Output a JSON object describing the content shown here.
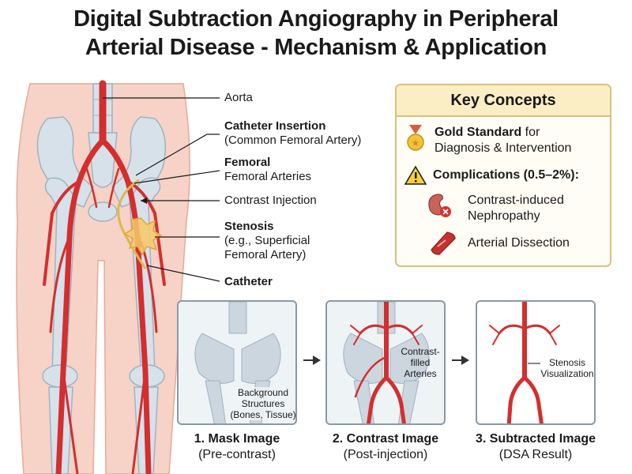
{
  "title": {
    "line1": "Digital Subtraction Angiography in Peripheral",
    "line2": "Arterial Disease - Mechanism & Application"
  },
  "labels": {
    "aorta": "Aorta",
    "catheter_insertion_title": "Catheter Insertion",
    "catheter_insertion_sub": "(Common Femoral Artery)",
    "femoral_title": "Femoral",
    "femoral_sub": "Femoral Arteries",
    "contrast_injection": "Contrast Injection",
    "stenosis_title": "Stenosis",
    "stenosis_sub1": "(e.g., Superficial",
    "stenosis_sub2": "Femoral Artery)",
    "catheter": "Catheter"
  },
  "key_concepts": {
    "heading": "Key Concepts",
    "gold_bold": "Gold Standard",
    "gold_rest": " for",
    "gold_line2": "Diagnosis & Intervention",
    "complications": "Complications (0.5–2%):",
    "nephro_line1": "Contrast-induced",
    "nephro_line2": "Nephropathy",
    "dissection": "Arterial Dissection",
    "icons": [
      "gold-medal-icon",
      "warning-icon",
      "kidney-icon",
      "artery-dissection-icon"
    ]
  },
  "panels": [
    {
      "title": "1. Mask Image",
      "subtitle": "(Pre-contrast)",
      "inner_label": [
        "Background",
        "Structures",
        "(Bones, Tissue)"
      ]
    },
    {
      "title": "2. Contrast Image",
      "subtitle": "(Post-injection)",
      "inner_label": [
        "Contrast-",
        "filled",
        "Arteries"
      ]
    },
    {
      "title": "3. Subtracted Image",
      "subtitle": "(DSA Result)",
      "inner_label": [
        "Stenosis",
        "Visualization"
      ]
    }
  ],
  "colors": {
    "artery": "#d42e2e",
    "bone": "#d6e1ea",
    "skin": "#f6d3c6",
    "panel_border": "#8a9aa6",
    "key_border": "#d9c07a",
    "key_header": "#fbeec4"
  }
}
